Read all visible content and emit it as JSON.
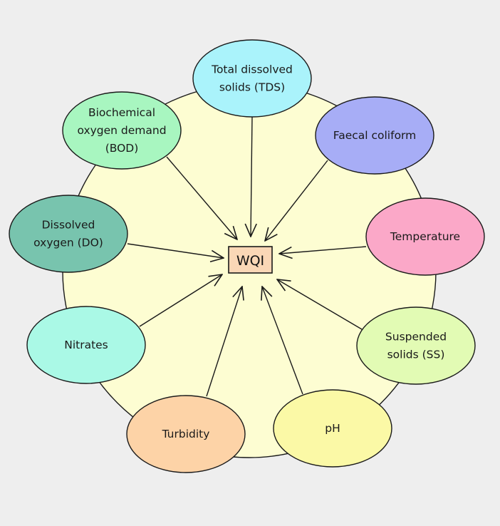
{
  "center": {
    "label": "WQI"
  },
  "nodes": [
    {
      "id": "tds",
      "lines": [
        "Total dissolved",
        "solids (TDS)"
      ],
      "color": "#aaf3fb"
    },
    {
      "id": "faecal-coliform",
      "lines": [
        "Faecal coliform"
      ],
      "color": "#a7adf6"
    },
    {
      "id": "temperature",
      "lines": [
        "Temperature"
      ],
      "color": "#fba8c8"
    },
    {
      "id": "suspended-solids",
      "lines": [
        "Suspended",
        "solids (SS)"
      ],
      "color": "#e2fbb4"
    },
    {
      "id": "ph",
      "lines": [
        "pH"
      ],
      "color": "#fbf9a6"
    },
    {
      "id": "turbidity",
      "lines": [
        "Turbidity"
      ],
      "color": "#fdd3a7"
    },
    {
      "id": "nitrates",
      "lines": [
        "Nitrates"
      ],
      "color": "#aaf9e6"
    },
    {
      "id": "dissolved-oxygen",
      "lines": [
        "Dissolved",
        "oxygen (DO)"
      ],
      "color": "#78c4ae"
    },
    {
      "id": "bod",
      "lines": [
        "Biochemical",
        "oxygen demand",
        "(BOD)"
      ],
      "color": "#a8f6c0"
    }
  ],
  "colors": {
    "background": "#eeeeee",
    "circle": "#fdfdd2",
    "center_box": "#fad7b6",
    "stroke": "#1a1a1a"
  }
}
